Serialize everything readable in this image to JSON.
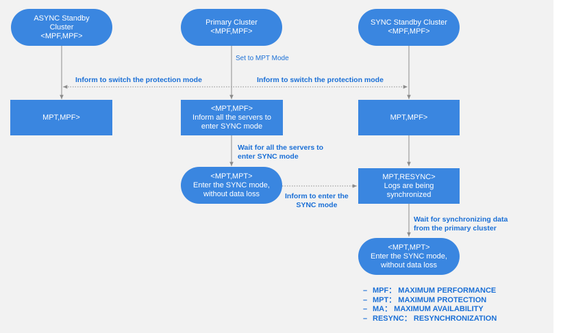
{
  "colors": {
    "node": "#3a86e0",
    "label": "#1a6fd6",
    "edge": "#8c8c8c",
    "background": "#f2f2f2"
  },
  "nodes": {
    "async_standby": [
      "ASYNC Standby",
      "Cluster",
      "<MPF,MPF>"
    ],
    "primary": [
      "Primary Cluster",
      "<MPF,MPF>"
    ],
    "sync_standby": [
      "SYNC Standby Cluster",
      "<MPF,MPF>"
    ],
    "async_mpt": [
      "MPT,MPF>"
    ],
    "primary_inform": [
      "<MPT,MPF>",
      "Inform all the  servers to",
      "enter SYNC mode"
    ],
    "sync_mpt": [
      "MPT,MPF>"
    ],
    "primary_sync": [
      "<MPT,MPT>",
      "Enter the SYNC mode,",
      "without data loss"
    ],
    "sync_resync": [
      "MPT,RESYNC>",
      "Logs are being",
      "synchronized"
    ],
    "sync_final": [
      "<MPT,MPT>",
      "Enter the SYNC mode,",
      "without data loss"
    ]
  },
  "edge_labels": {
    "set_mpt": "Set to MPT Mode",
    "inform_left": "Inform to switch the protection mode",
    "inform_right": "Inform to switch the protection mode",
    "wait_servers": [
      "Wait for all the  servers to",
      "enter SYNC mode"
    ],
    "inform_enter": [
      "Inform to enter the",
      "SYNC mode"
    ],
    "wait_sync": [
      "Wait for synchronizing data",
      "from the primary cluster"
    ]
  },
  "legend": [
    {
      "dash": "–",
      "text": "MPF： MAXIMUM PERFORMANCE"
    },
    {
      "dash": "–",
      "text": "MPT： MAXIMUM PROTECTION"
    },
    {
      "dash": "–",
      "text": "MA：  MAXIMUM AVAILABILITY"
    },
    {
      "dash": "–",
      "text": "RESYNC：  RESYNCHRONIZATION"
    }
  ]
}
